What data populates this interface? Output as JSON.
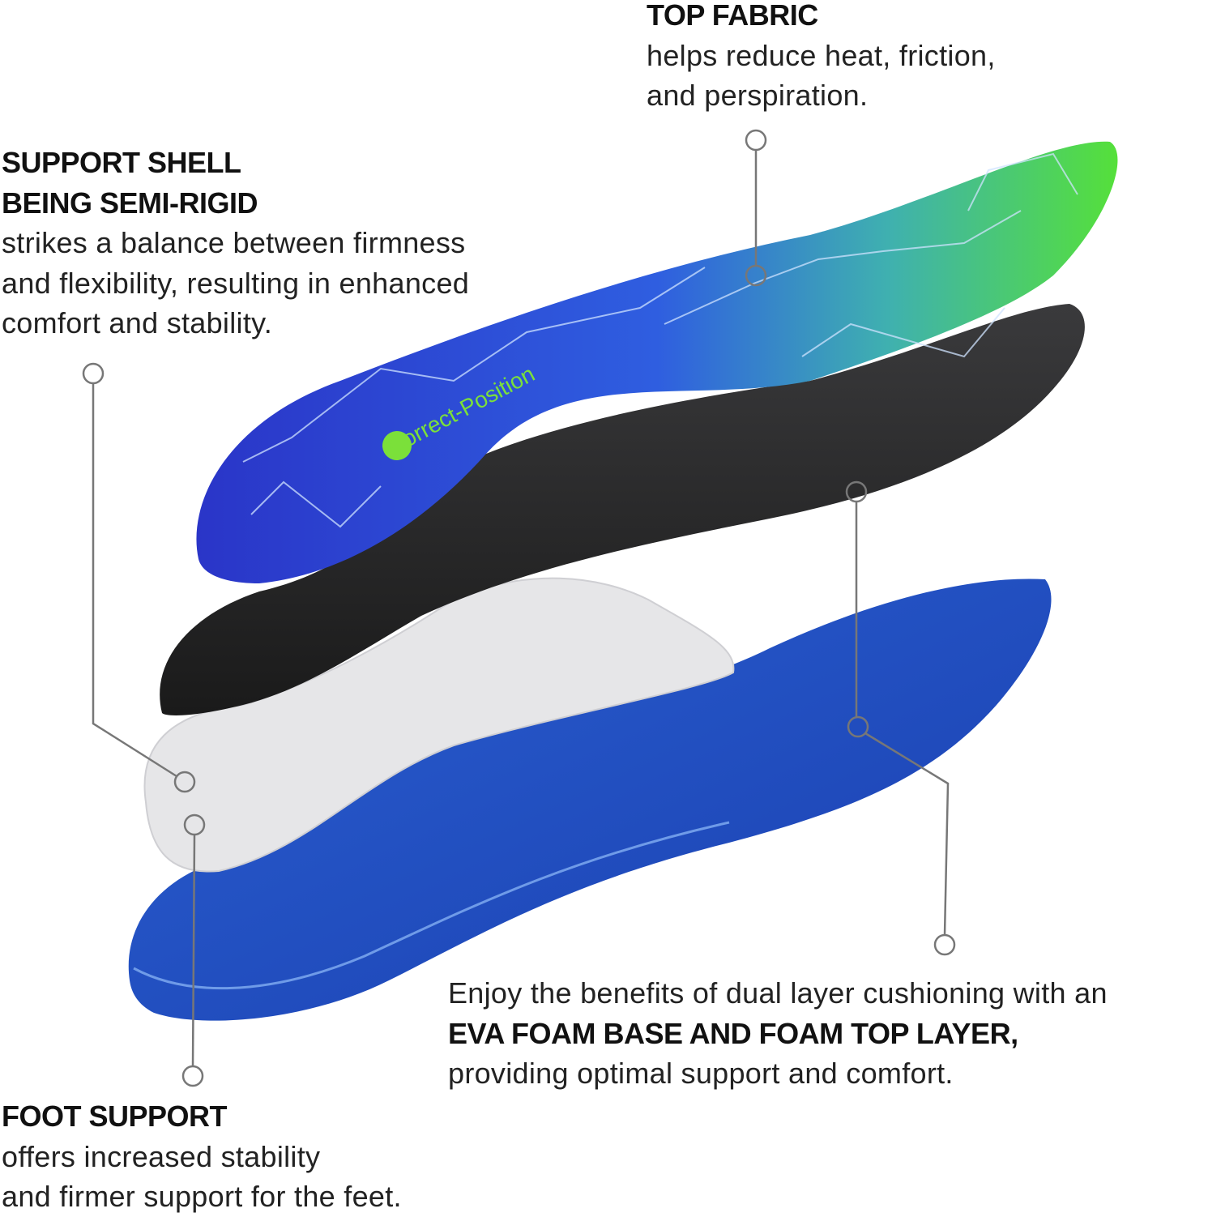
{
  "top_fabric": {
    "title": "TOP FABRIC",
    "lines": [
      "helps reduce heat, friction,",
      "and perspiration."
    ]
  },
  "support_shell": {
    "title_lines": [
      "SUPPORT SHELL",
      "BEING SEMI-RIGID"
    ],
    "lines": [
      "strikes a balance between firmness",
      "and flexibility, resulting in enhanced",
      "comfort and stability."
    ]
  },
  "cushioning": {
    "line1": "Enjoy the benefits of dual layer cushioning with an",
    "bold": "EVA FOAM BASE AND FOAM TOP LAYER,",
    "line3": "providing optimal support and comfort."
  },
  "foot_support": {
    "title": "FOOT SUPPORT",
    "lines": [
      "offers increased stability",
      "and firmer support for the feet."
    ]
  },
  "insole_logo": "Correct-Position",
  "colors": {
    "fabric_blue": "#2f3fd0",
    "fabric_green": "#4fe03a",
    "shell_black": "#2a2a2a",
    "heel_cup_white": "#e8e8ea",
    "foam_blue": "#1e4fc0",
    "callout_line": "#777777",
    "logo_green": "#7be03a"
  }
}
